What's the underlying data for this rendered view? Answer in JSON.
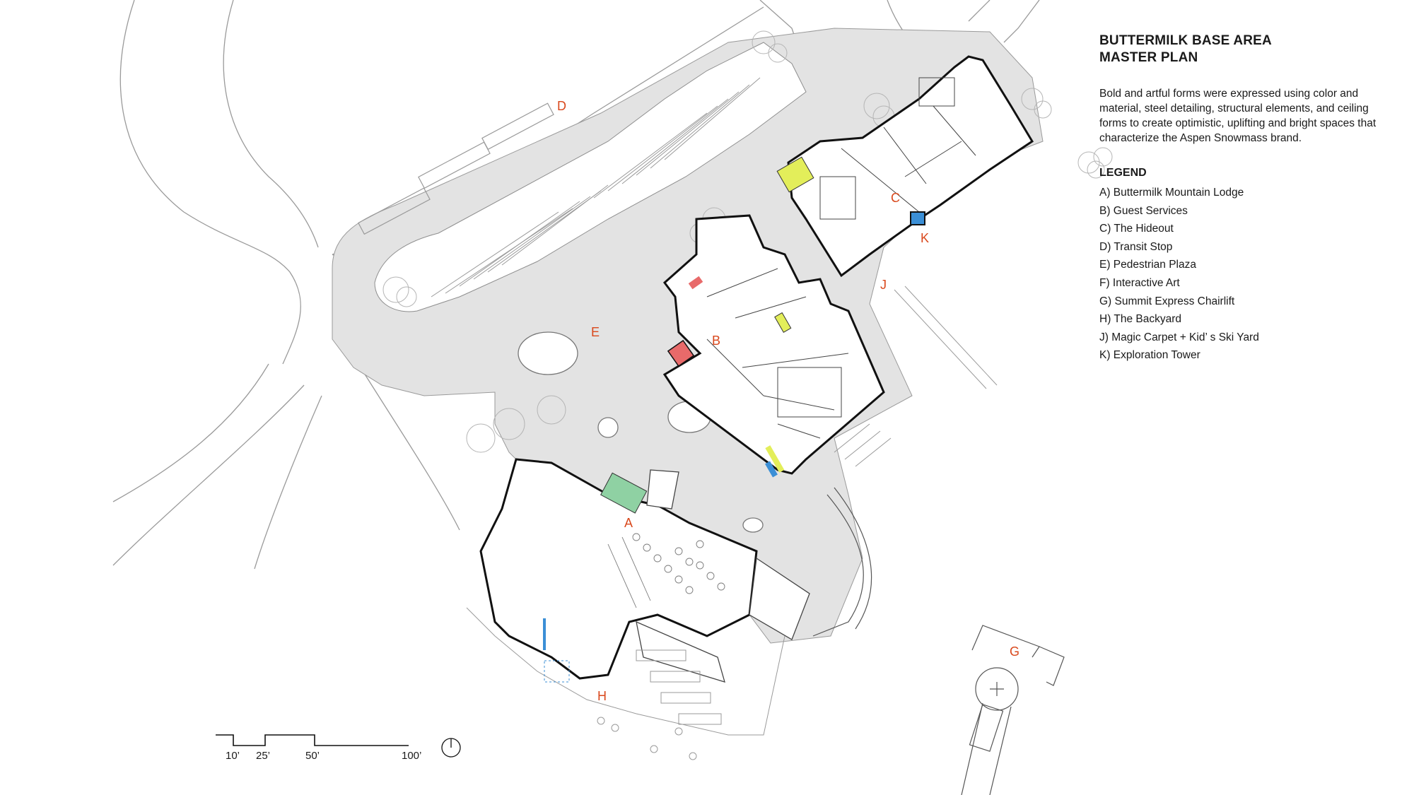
{
  "panel": {
    "title_line1": "BUTTERMILK BASE AREA",
    "title_line2": "MASTER PLAN",
    "description": "Bold and artful forms were expressed using color and material, steel detailing, structural elements, and ceiling forms to create optimistic, uplifting and bright spaces that characterize the Aspen Snowmass brand.",
    "legend_heading": "LEGEND",
    "legend_items": [
      "A) Buttermilk Mountain Lodge",
      "B) Guest Services",
      "C) The Hideout",
      "D) Transit Stop",
      "E) Pedestrian Plaza",
      "F) Interactive Art",
      "G) Summit Express Chairlift",
      "H) The Backyard",
      "J) Magic Carpet + Kid’ s Ski Yard",
      "K) Exploration Tower"
    ]
  },
  "map_labels": {
    "a": "A",
    "b": "B",
    "c": "C",
    "d": "D",
    "e": "E",
    "g": "G",
    "h": "H",
    "j": "J",
    "k": "K"
  },
  "scale_bar": {
    "labels": [
      "10’",
      "25’",
      "50’",
      "100’"
    ]
  },
  "colors": {
    "label_accent": "#d9481c",
    "plaza_fill": "#e3e3e3",
    "wall": "#111111",
    "guest_services_red": "#e86a6a",
    "hideout_yellow": "#e3ee5a",
    "tower_blue": "#3b8fd6",
    "lodge_green": "#8fd1a3"
  }
}
